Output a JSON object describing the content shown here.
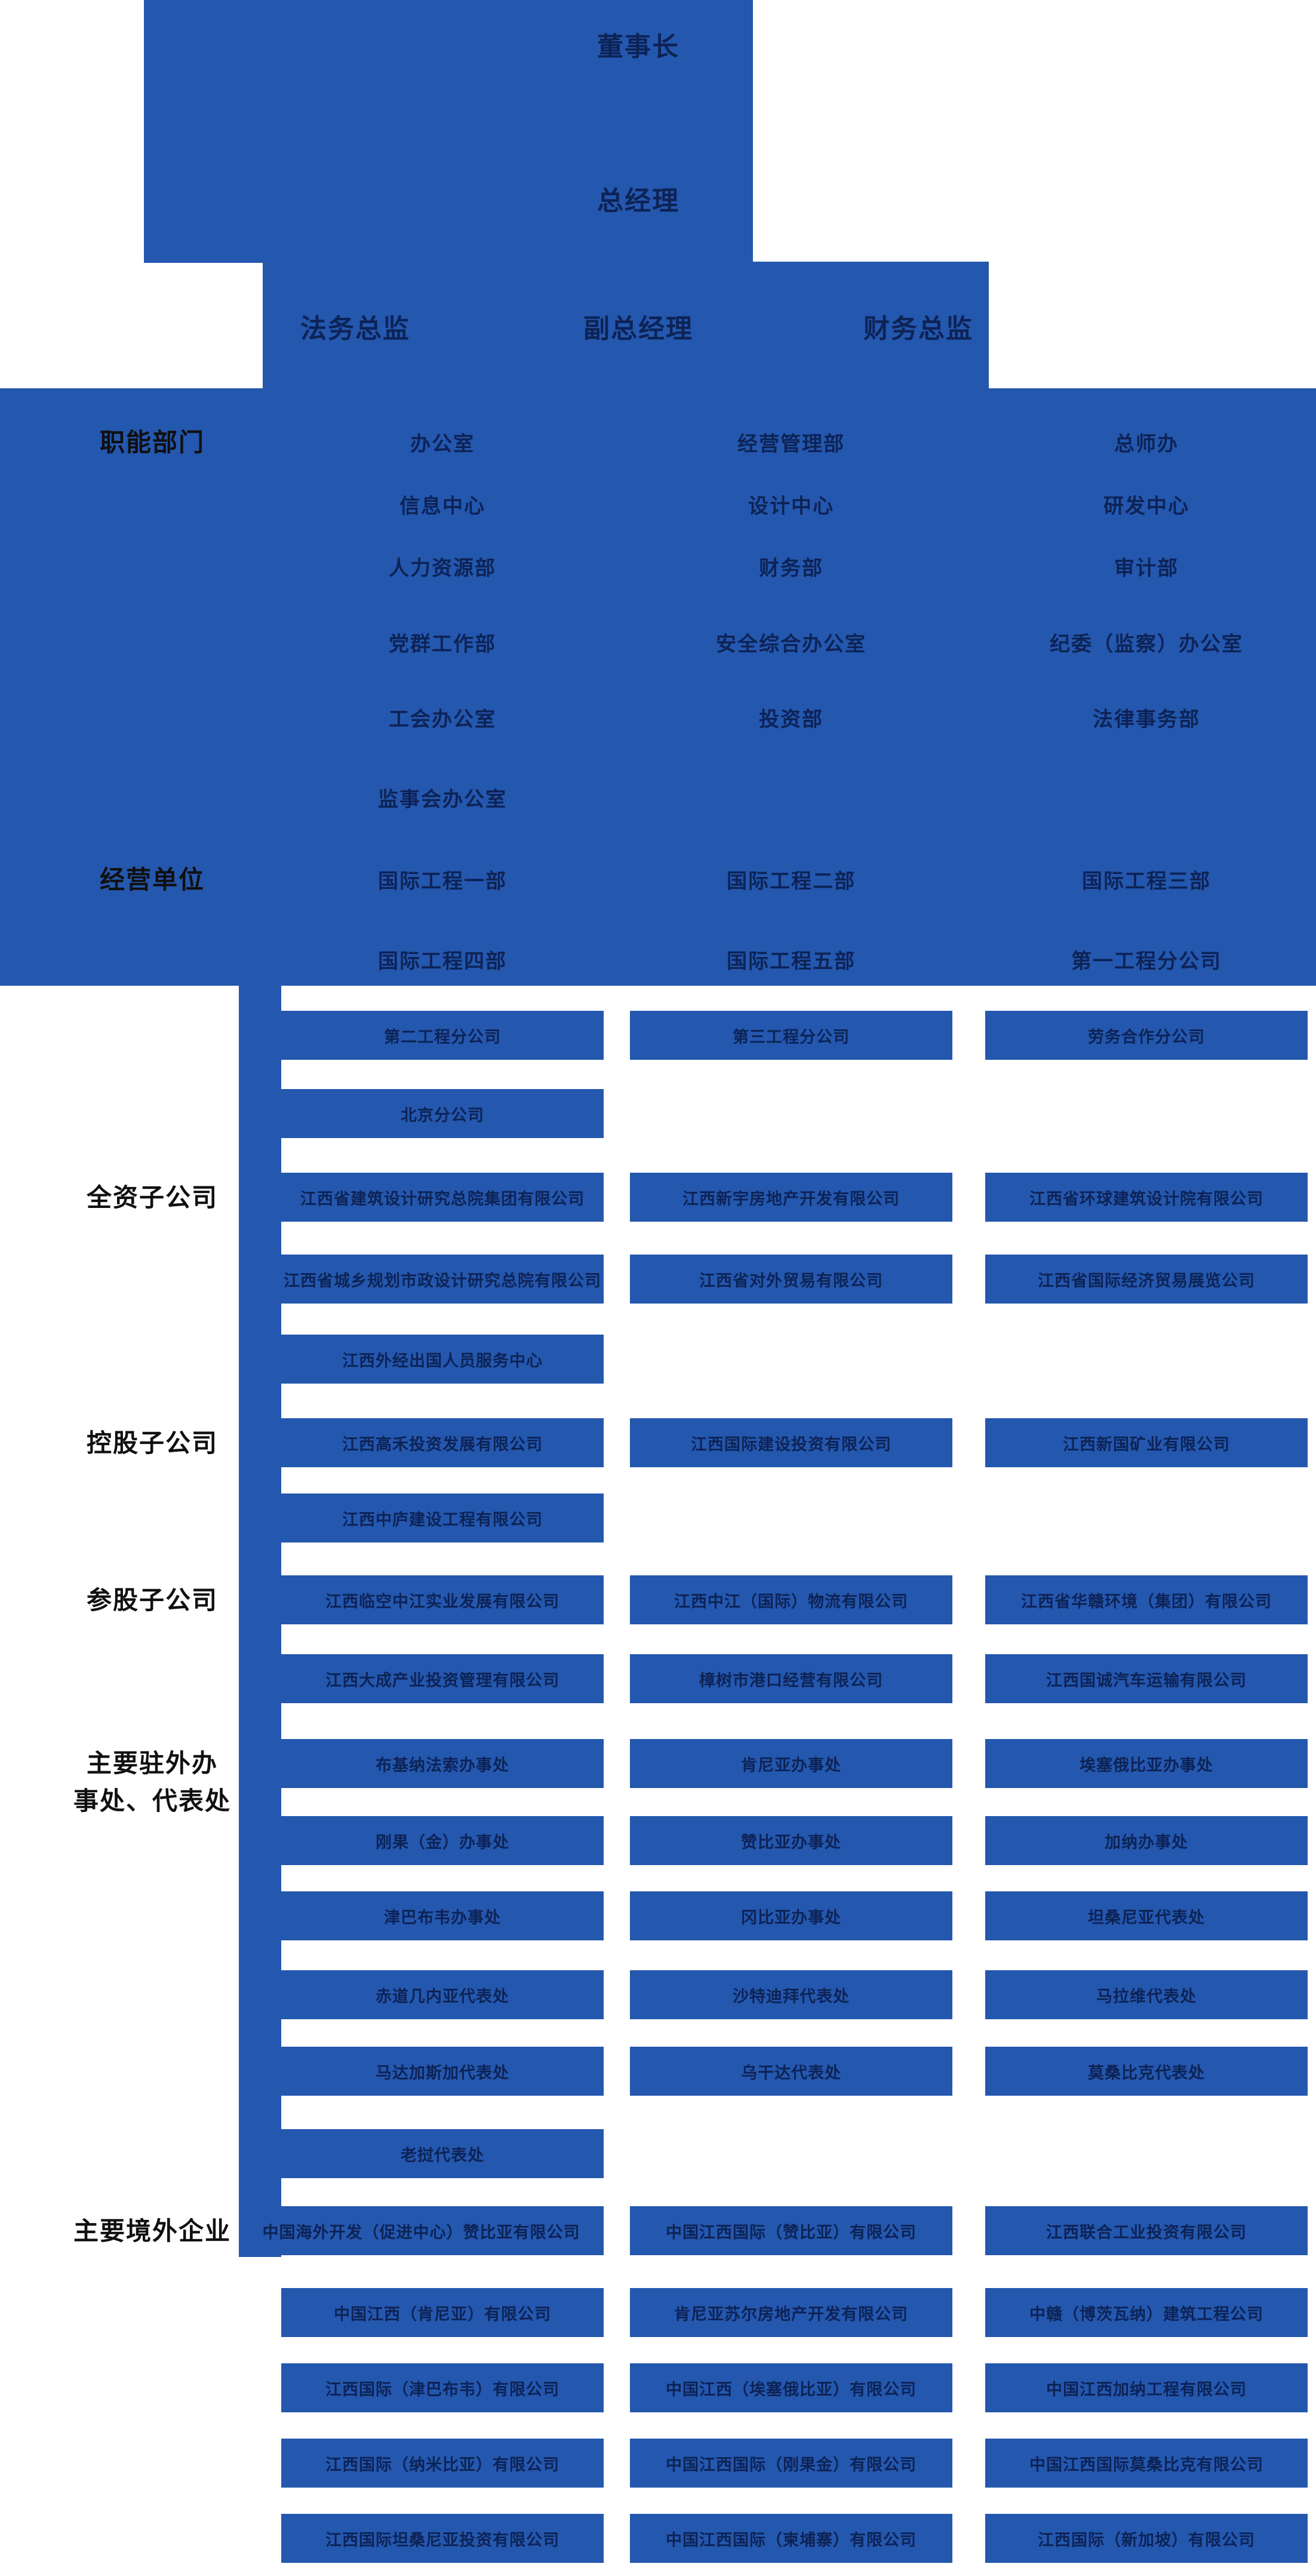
{
  "colors": {
    "panel_blue": "#2457ae",
    "box_text": "#0d2356",
    "label_text": "#101010",
    "background": "#ffffff"
  },
  "top": {
    "chairman": "董事长",
    "general_manager": "总经理",
    "directors": [
      "法务总监",
      "副总经理",
      "财务总监"
    ]
  },
  "sections": [
    {
      "label": "职能部门",
      "rows": [
        [
          "办公室",
          "经营管理部",
          "总师办"
        ],
        [
          "信息中心",
          "设计中心",
          "研发中心"
        ],
        [
          "人力资源部",
          "财务部",
          "审计部"
        ],
        [
          "党群工作部",
          "安全综合办公室",
          "纪委（监察）办公室"
        ],
        [
          "工会办公室",
          "投资部",
          "法律事务部"
        ],
        [
          "监事会办公室",
          "",
          ""
        ]
      ]
    },
    {
      "label": "经营单位",
      "rows": [
        [
          "国际工程一部",
          "国际工程二部",
          "国际工程三部"
        ],
        [
          "国际工程四部",
          "国际工程五部",
          "第一工程分公司"
        ],
        [
          "第二工程分公司",
          "第三工程分公司",
          "劳务合作分公司"
        ],
        [
          "北京分公司",
          "",
          ""
        ]
      ]
    },
    {
      "label": "全资子公司",
      "rows": [
        [
          "江西省建筑设计研究总院集团有限公司",
          "江西新宇房地产开发有限公司",
          "江西省环球建筑设计院有限公司"
        ],
        [
          "江西省城乡规划市政设计研究总院有限公司",
          "江西省对外贸易有限公司",
          "江西省国际经济贸易展览公司"
        ],
        [
          "江西外经出国人员服务中心",
          "",
          ""
        ]
      ]
    },
    {
      "label": "控股子公司",
      "rows": [
        [
          "江西高禾投资发展有限公司",
          "江西国际建设投资有限公司",
          "江西新国矿业有限公司"
        ],
        [
          "江西中庐建设工程有限公司",
          "",
          ""
        ]
      ]
    },
    {
      "label": "参股子公司",
      "rows": [
        [
          "江西临空中江实业发展有限公司",
          "江西中江（国际）物流有限公司",
          "江西省华赣环境（集团）有限公司"
        ],
        [
          "江西大成产业投资管理有限公司",
          "樟树市港口经营有限公司",
          "江西国诚汽车运输有限公司"
        ]
      ]
    },
    {
      "label": "主要驻外办\n事处、代表处",
      "rows": [
        [
          "布基纳法索办事处",
          "肯尼亚办事处",
          "埃塞俄比亚办事处"
        ],
        [
          "刚果（金）办事处",
          "赞比亚办事处",
          "加纳办事处"
        ],
        [
          "津巴布韦办事处",
          "冈比亚办事处",
          "坦桑尼亚代表处"
        ],
        [
          "赤道几内亚代表处",
          "沙特迪拜代表处",
          "马拉维代表处"
        ],
        [
          "马达加斯加代表处",
          "乌干达代表处",
          "莫桑比克代表处"
        ],
        [
          "老挝代表处",
          "",
          ""
        ]
      ]
    },
    {
      "label": "主要境外企业",
      "rows": [
        [
          "中国海外开发（促进中心）赞比亚有限公司",
          "中国江西国际（赞比亚）有限公司",
          "江西联合工业投资有限公司"
        ],
        [
          "中国江西（肯尼亚）有限公司",
          "肯尼亚苏尔房地产开发有限公司",
          "中赣（博茨瓦纳）建筑工程公司"
        ],
        [
          "江西国际（津巴布韦）有限公司",
          "中国江西（埃塞俄比亚）有限公司",
          "中国江西加纳工程有限公司"
        ],
        [
          "江西国际（纳米比亚）有限公司",
          "中国江西国际（刚果金）有限公司",
          "中国江西国际莫桑比克有限公司"
        ],
        [
          "江西国际坦桑尼亚投资有限公司",
          "中国江西国际（柬埔寨）有限公司",
          "江西国际（新加坡）有限公司"
        ]
      ]
    }
  ]
}
